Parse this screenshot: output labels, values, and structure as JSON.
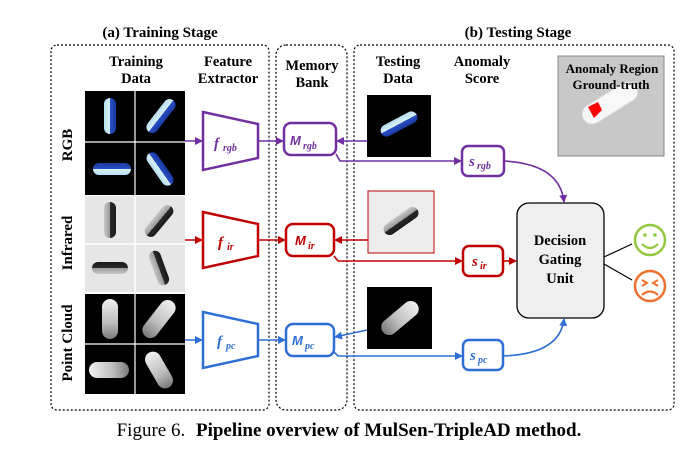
{
  "headers": {
    "training_stage": "(a) Training Stage",
    "testing_stage": "(b) Testing Stage"
  },
  "columns": {
    "training_data_line1": "Training",
    "training_data_line2": "Data",
    "feature_extractor_line1": "Feature",
    "feature_extractor_line2": "Extractor",
    "memory_bank_line1": "Memory",
    "memory_bank_line2": "Bank",
    "testing_data_line1": "Testing",
    "testing_data_line2": "Data",
    "anomaly_score_line1": "Anomaly",
    "anomaly_score_line2": "Score"
  },
  "rows": [
    {
      "name": "RGB",
      "color": "#7030a0",
      "extractor": "f",
      "extractor_sub": "rgb",
      "memory": "M",
      "memory_sub": "rgb",
      "score": "s",
      "score_sub": "rgb"
    },
    {
      "name": "Infrared",
      "color": "#c00000",
      "extractor": "f",
      "extractor_sub": "ir",
      "memory": "M",
      "memory_sub": "ir",
      "score": "s",
      "score_sub": "ir"
    },
    {
      "name": "Point Cloud",
      "color": "#2e6fd6",
      "extractor": "f",
      "extractor_sub": "pc",
      "memory": "M",
      "memory_sub": "pc",
      "score": "s",
      "score_sub": "pc"
    }
  ],
  "decision_unit": {
    "line1": "Decision",
    "line2": "Gating",
    "line3": "Unit"
  },
  "ground_truth": {
    "line1": "Anomaly Region",
    "line2": "Ground-truth",
    "color": "#ff0000"
  },
  "faces": {
    "happy_color": "#92c83e",
    "sad_color": "#f07030"
  },
  "caption": {
    "prefix": "Figure 6.",
    "bold": "Pipeline overview of MulSen-TripleAD method."
  }
}
